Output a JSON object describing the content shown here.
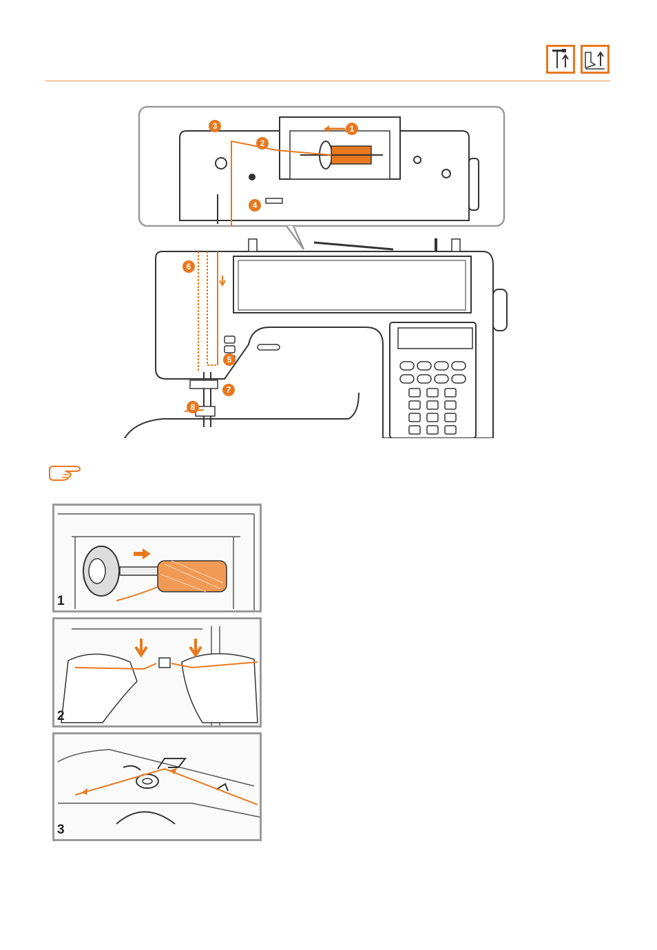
{
  "header": {
    "icons": [
      "needle-up-icon",
      "presser-foot-up-icon"
    ]
  },
  "diagram": {
    "callouts": [
      "1",
      "2",
      "3",
      "4",
      "5",
      "6",
      "7",
      "8"
    ]
  },
  "note": {
    "icon": "pointing-hand-icon"
  },
  "steps": [
    {
      "number": "1"
    },
    {
      "number": "2"
    },
    {
      "number": "3"
    }
  ],
  "colors": {
    "accent": "#e8781e",
    "line": "#333333",
    "frame": "#9a9a9a"
  }
}
